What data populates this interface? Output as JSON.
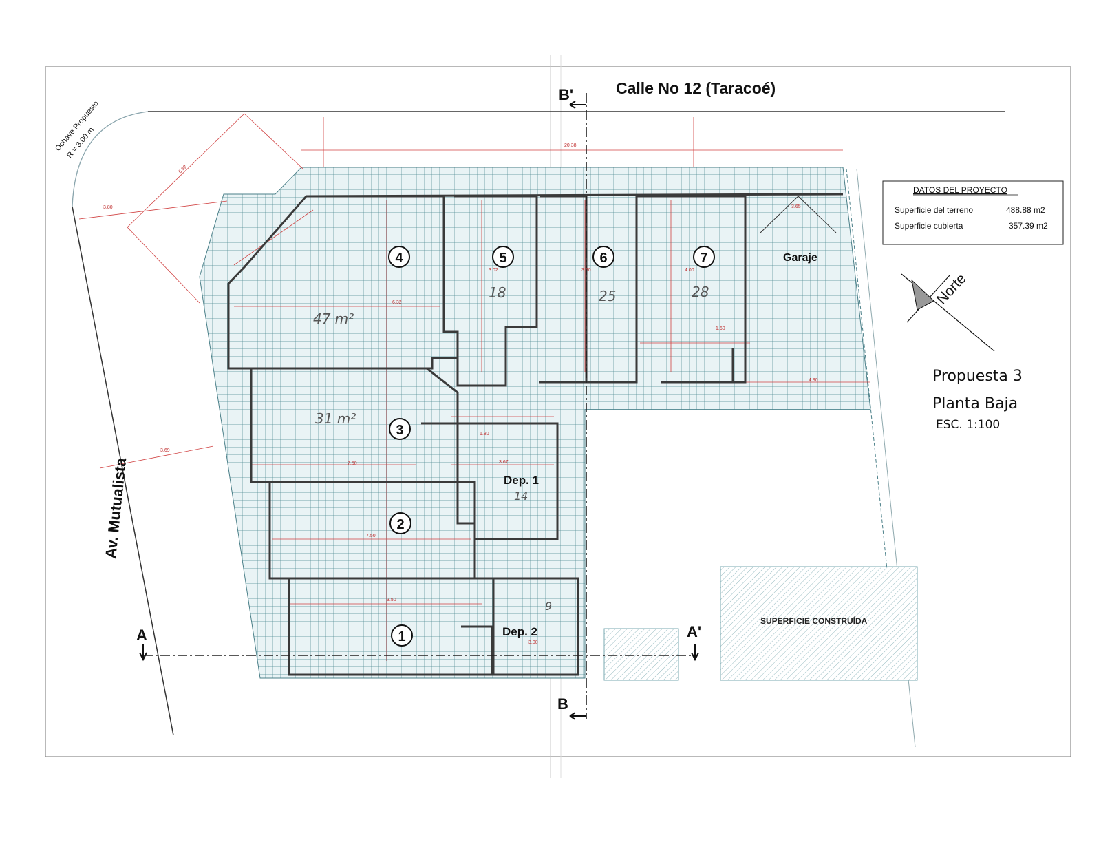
{
  "labels": {
    "street_top": "Calle No 12 (Taracoé)",
    "street_left": "Av. Mutualista",
    "corner_note_1": "Ochave Propuesto",
    "corner_note_2": "R = 3.00 m",
    "garage": "Garaje",
    "built_surface": "SUPERFICIE CONSTRUÍDA",
    "north": "Norte"
  },
  "section_marks": {
    "b_top": "B'",
    "b_bottom": "B",
    "a_left": "A",
    "a_right": "A'"
  },
  "project_data": {
    "title": "DATOS DEL PROYECTO",
    "rows": [
      {
        "label": "Superficie del terreno",
        "value": "488.88 m2"
      },
      {
        "label": "Superficie cubierta",
        "value": "357.39 m2"
      }
    ]
  },
  "title_block": {
    "line1": "Propuesta 3",
    "line2": "Planta Baja",
    "scale": "ESC. 1:100"
  },
  "units": [
    {
      "number": "1"
    },
    {
      "number": "2"
    },
    {
      "number": "3"
    },
    {
      "number": "4"
    },
    {
      "number": "5"
    },
    {
      "number": "6"
    },
    {
      "number": "7"
    }
  ],
  "deps": {
    "dep1": "Dep. 1",
    "dep2": "Dep. 2"
  },
  "handwritten": {
    "unit4": "47 m²",
    "unit3": "31 m²",
    "unit5": "18",
    "unit6": "25",
    "unit7": "28",
    "dep1": "14",
    "dep2": "9"
  },
  "dimensions": {
    "top_total": "20.38",
    "unit4_width": "6.32",
    "unit5_width": "3.02",
    "unit6_width": "3.60",
    "unit7_width": "4.00",
    "garage_width": "3.65",
    "unit3_width": "7.50",
    "unit2_width": "7.50",
    "unit1_width": "3.50",
    "dep1_width": "3.67",
    "dep1_bath": "1.80",
    "dep2_width": "3.00",
    "unit7_bath": "1.60",
    "corner_a": "3.80",
    "corner_b": "6.32",
    "left_setback": "3.69",
    "right_strip": "4.90"
  }
}
